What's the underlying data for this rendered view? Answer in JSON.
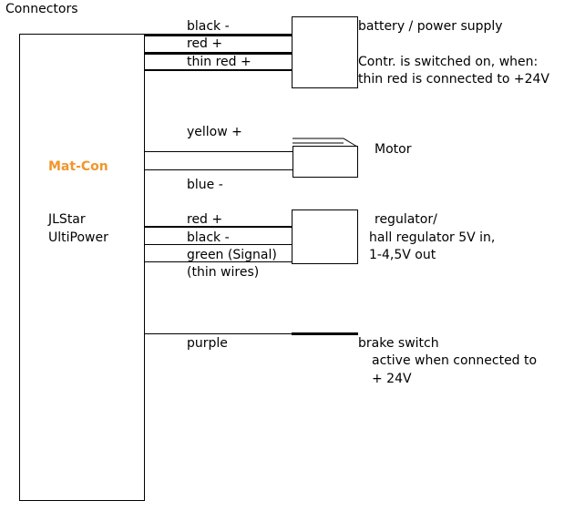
{
  "title": "Connectors",
  "controller": {
    "brand": "Mat-Con",
    "model_line1": "JLStar",
    "model_line2": "UltiPower"
  },
  "battery": {
    "wires": [
      "black -",
      "red +",
      "thin red +"
    ],
    "label": "battery / power supply",
    "note_line1": "Contr. is switched on, when:",
    "note_line2": "thin red is connected to +24V"
  },
  "motor": {
    "wire_top": "yellow  +",
    "wire_bottom": "blue  -",
    "label": "Motor"
  },
  "regulator": {
    "wires": [
      "red +",
      "black -",
      "green (Signal)"
    ],
    "wires_note": "(thin wires)",
    "label_line1": "regulator/",
    "label_line2": "hall regulator 5V in,",
    "label_line3": "1-4,5V out"
  },
  "brake": {
    "wire": "purple",
    "label_line1": "brake switch",
    "label_line2": "active when connected to",
    "label_line3": "+ 24V"
  },
  "colors": {
    "brand_color": "#f0962c",
    "line_color": "#000000"
  }
}
